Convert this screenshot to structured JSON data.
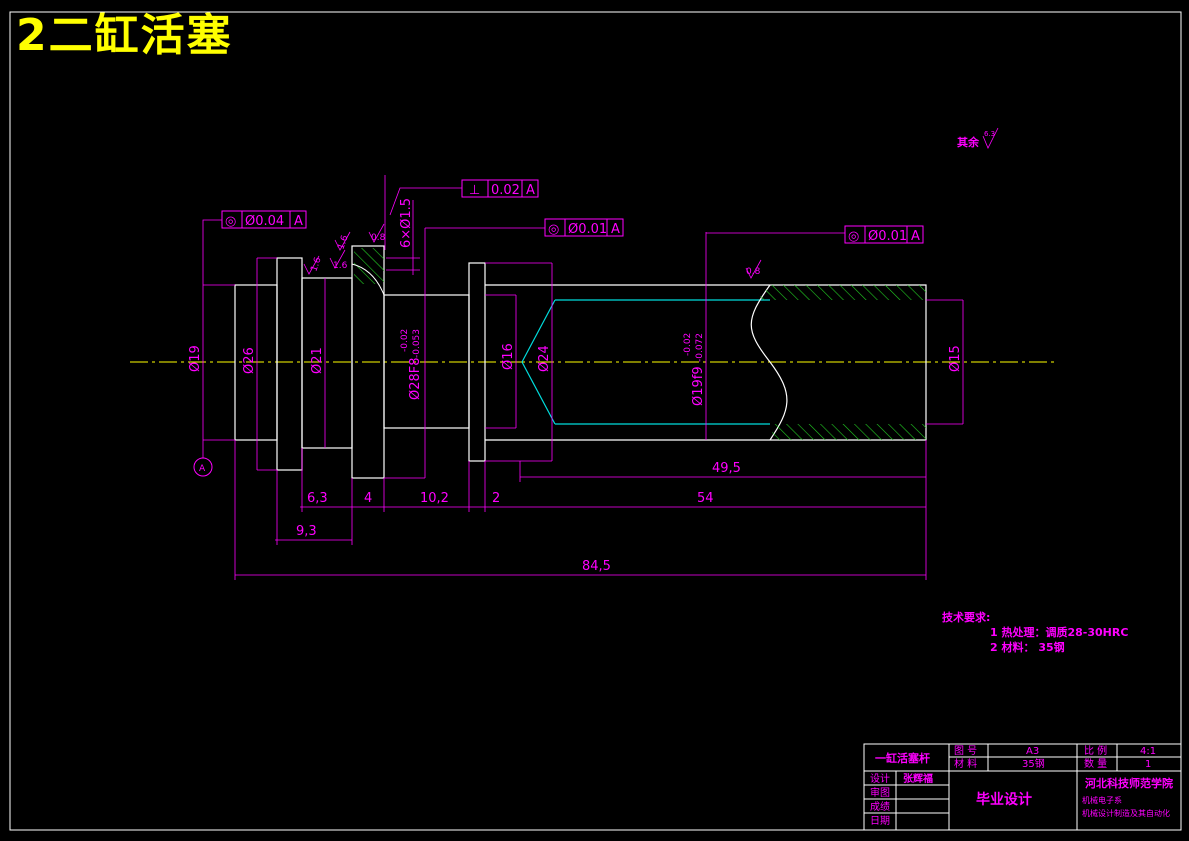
{
  "title": "2二缸活塞",
  "surface_note": {
    "label": "其余",
    "value": "6.3"
  },
  "fcf": {
    "perp": {
      "symbol": "⊥",
      "tol": "0.02",
      "datum": "A"
    },
    "coax1": {
      "symbol": "◎",
      "tol": "Ø0.04",
      "datum": "A"
    },
    "coax2": {
      "symbol": "◎",
      "tol": "Ø0.01",
      "datum": "A"
    },
    "coax3": {
      "symbol": "◎",
      "tol": "Ø0.01",
      "datum": "A"
    }
  },
  "datum_label": "A",
  "diameters": {
    "d19": "Ø19",
    "d26": "Ø26",
    "d21": "Ø21",
    "d28": "Ø28F8",
    "d28_upper": "-0.02",
    "d28_lower": "-0.053",
    "d16": "Ø16",
    "d24": "Ø24",
    "d19f9": "Ø19f9",
    "d19f9_upper": "-0.02",
    "d19f9_lower": "-0.072",
    "d15": "Ø15",
    "hole": "6×Ø1.5"
  },
  "roughness": {
    "r1": "1.6",
    "r2": "1.6",
    "r3": "1.6",
    "r4": "0.8",
    "r5": "0.8"
  },
  "lengths": {
    "l495": "49,5",
    "l63": "6,3",
    "l4": "4",
    "l102": "10,2",
    "l2": "2",
    "l54": "54",
    "l93": "9,3",
    "l845": "84,5"
  },
  "tech": {
    "heading": "技术要求:",
    "line1": "1  热处理：调质28-30HRC",
    "line2": "2  材料：  35钢"
  },
  "title_block": {
    "part_name": "一缸活塞杆",
    "drawing_no_label": "图  号",
    "drawing_no": "A3",
    "scale_label": "比  例",
    "scale": "4:1",
    "material_label": "材  料",
    "material": "35钢",
    "qty_label": "数  量",
    "qty": "1",
    "design_label": "设计",
    "designer": "张辉福",
    "review_label": "审图",
    "check_label": "成绩",
    "date_label": "日期",
    "center": "毕业设计",
    "school": "河北科技师范学院",
    "dept": "机械电子系",
    "major": "机械设计制造及其自动化"
  }
}
